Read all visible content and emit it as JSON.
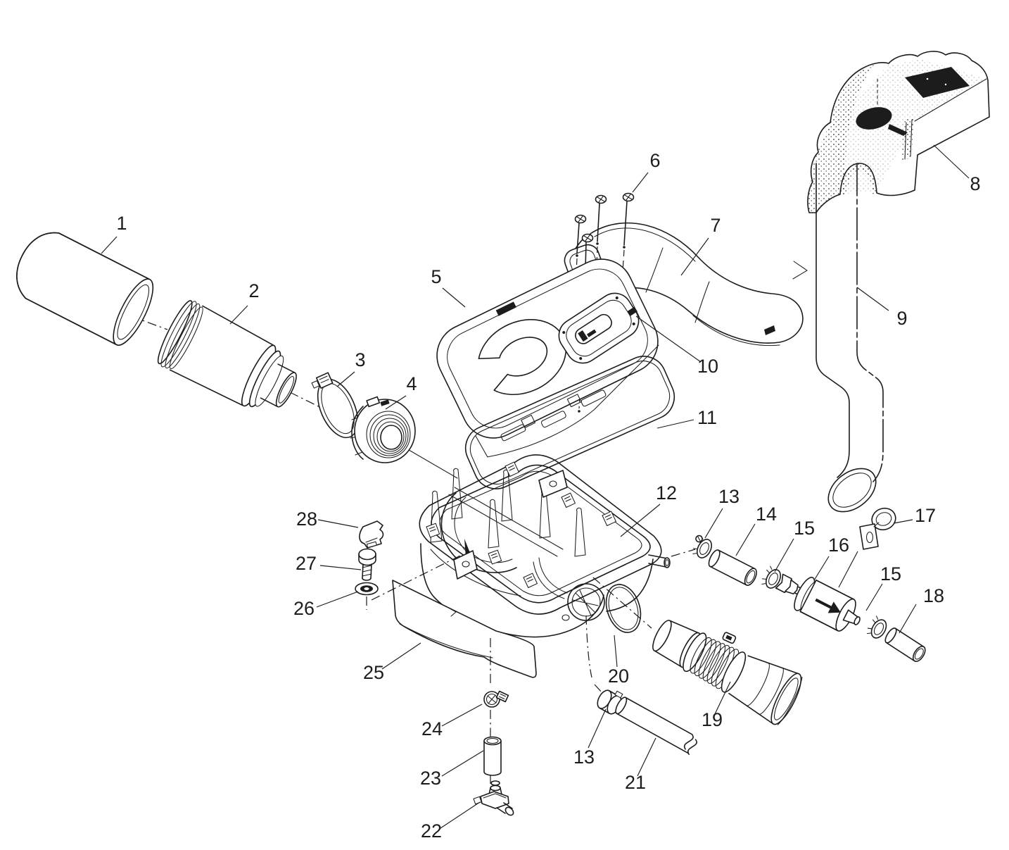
{
  "figure": {
    "type": "exploded-parts-diagram",
    "subject": "air box and intake assembly"
  },
  "colors": {
    "ink": "#1c1c1c",
    "paper": "#ffffff"
  },
  "callouts": {
    "c1": {
      "label": "1",
      "part": "intake-tube"
    },
    "c2": {
      "label": "2",
      "part": "air-filter-element"
    },
    "c3": {
      "label": "3",
      "part": "hose-clamp"
    },
    "c4": {
      "label": "4",
      "part": "filter-lock-ring"
    },
    "c5": {
      "label": "5",
      "part": "airbox-cover"
    },
    "c6": {
      "label": "6",
      "part": "screws"
    },
    "c7": {
      "label": "7",
      "part": "intake-duct"
    },
    "c8": {
      "label": "8",
      "part": "foam-intake-box"
    },
    "c9": {
      "label": "9",
      "part": "snorkel-tube"
    },
    "c10": {
      "label": "10",
      "part": "gasket-plate"
    },
    "c11": {
      "label": "11",
      "part": "cover-seal"
    },
    "c12": {
      "label": "12",
      "part": "airbox-base"
    },
    "c13a": {
      "label": "13",
      "part": "hose-clamp"
    },
    "c14": {
      "label": "14",
      "part": "vent-hose"
    },
    "c15a": {
      "label": "15",
      "part": "hose-clamp"
    },
    "c16": {
      "label": "16",
      "part": "check-valve"
    },
    "c17": {
      "label": "17",
      "part": "p-clamp"
    },
    "c15b": {
      "label": "15",
      "part": "hose-clamp"
    },
    "c18": {
      "label": "18",
      "part": "vent-hose"
    },
    "c19": {
      "label": "19",
      "part": "outlet-boot"
    },
    "c20": {
      "label": "20",
      "part": "o-ring"
    },
    "c13b": {
      "label": "13",
      "part": "hose-clamp"
    },
    "c21": {
      "label": "21",
      "part": "drain-hose"
    },
    "c22": {
      "label": "22",
      "part": "drain-fitting"
    },
    "c23": {
      "label": "23",
      "part": "drain-hose"
    },
    "c24": {
      "label": "24",
      "part": "drain-clamp"
    },
    "c25": {
      "label": "25",
      "part": "baffle-shield"
    },
    "c26": {
      "label": "26",
      "part": "washer"
    },
    "c27": {
      "label": "27",
      "part": "screw"
    },
    "c28": {
      "label": "28",
      "part": "retainer-clip"
    }
  }
}
